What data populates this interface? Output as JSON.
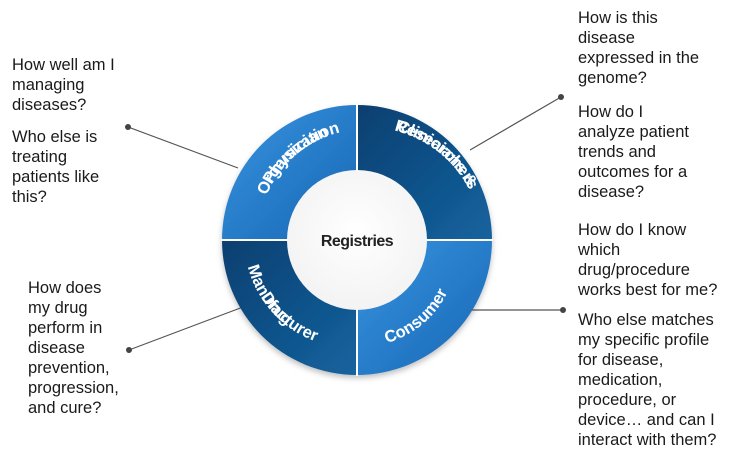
{
  "center": {
    "label": "Registries"
  },
  "segments": {
    "physician": [
      "Physician",
      "Organization"
    ],
    "clinicians": [
      "Clinicians &",
      "Researchers"
    ],
    "drug": [
      "Drug",
      "Manufacturer"
    ],
    "consumer": [
      "Consumer"
    ]
  },
  "questions": {
    "physician_1": "How well am I\nmanaging\ndiseases?",
    "physician_2": "Who else is\ntreating\npatients like\nthis?",
    "drug": "How does\nmy drug\nperform in\ndisease\nprevention,\nprogression,\nand cure?",
    "clinicians_1": "How is this\ndisease\nexpressed in the\ngenome?",
    "clinicians_2": "How do I\nanalyze patient\ntrends and\noutcomes for a\ndisease?",
    "consumer_1": "How do I know\nwhich\ndrug/procedure\nworks best for me?",
    "consumer_2": "Who else matches\nmy specific profile\nfor disease,\nmedication,\nprocedure, or\ndevice… and can I\ninteract with them?"
  },
  "colors": {
    "segment_light": "#2583d1",
    "segment_dark": "#0c4c85",
    "connector": "#555555",
    "center_fill": "#ffffff"
  }
}
